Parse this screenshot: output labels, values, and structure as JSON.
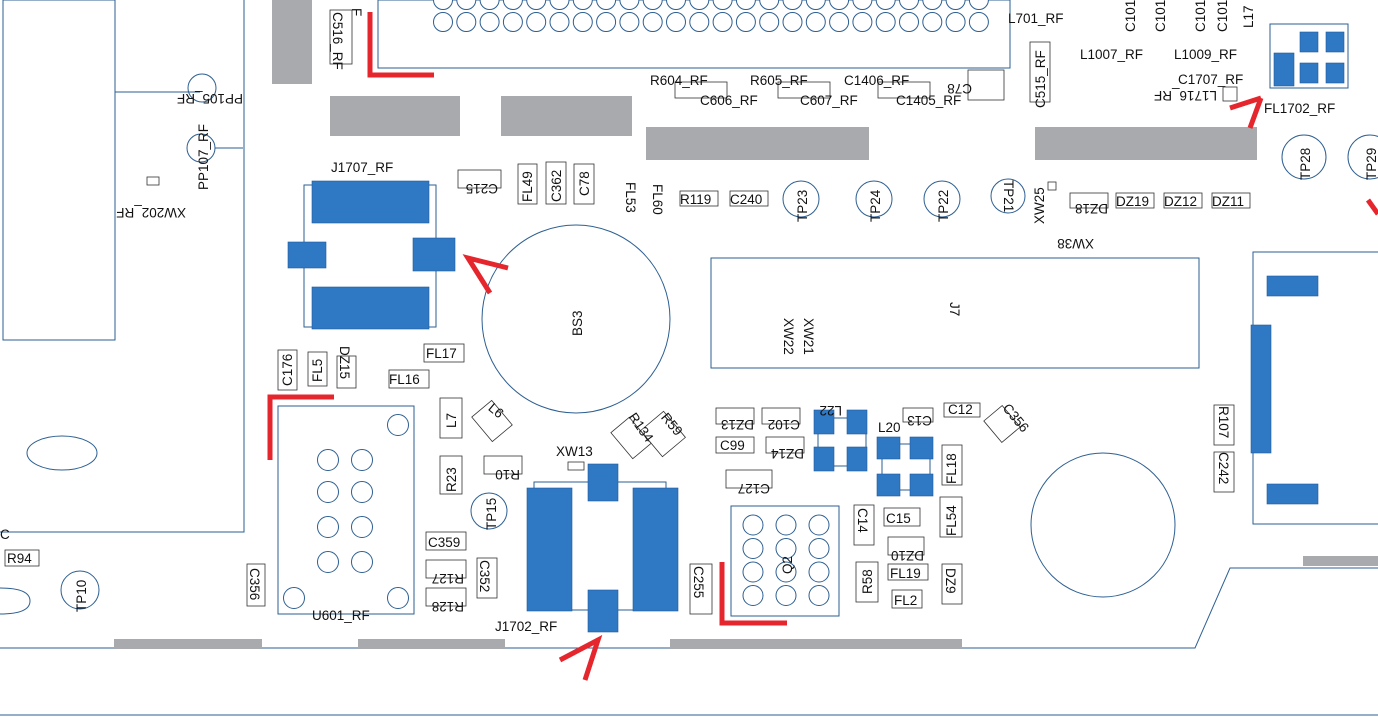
{
  "colors": {
    "pad": "#2f78c4",
    "outline": "#2d5f92",
    "gray_bar": "#a9aaad",
    "marker": "#e5262d"
  },
  "labels": {
    "l_C516": "C516_RF",
    "l_F": "F",
    "l_L701": "L701_RF",
    "l_C101a": "C101",
    "l_C101b": "C101",
    "l_C101c": "C101",
    "l_C101d": "C101",
    "l_L17": "L17",
    "l_L1007": "L1007_RF",
    "l_L1009": "L1009_RF",
    "l_C515": "C515_RF",
    "l_R604": "R604_RF",
    "l_R605": "R605_RF",
    "l_C1406": "C1406_RF",
    "l_C78top": "C78",
    "l_C1707": "C1707_RF",
    "l_C606": "C606_RF",
    "l_C607": "C607_RF",
    "l_C1405": "C1405_RF",
    "l_L1716": "L1716_RF",
    "l_FL1702": "FL1702_RF",
    "l_PP105": "PP105_RF",
    "l_PP107": "PP107_RF",
    "l_XW202": "XW202_RF",
    "l_J1707": "J1707_RF",
    "l_C215": "C215",
    "l_FL49": "FL49",
    "l_C362": "C362",
    "l_C78": "C78",
    "l_FL53": "FL53",
    "l_FL60": "FL60",
    "l_R119": "R119",
    "l_C240": "C240",
    "l_TP23": "TP23",
    "l_TP24": "TP24",
    "l_TP22": "TP22",
    "l_TP21": "TP21",
    "l_XW25": "XW25",
    "l_DZ18": "DZ18",
    "l_DZ19": "DZ19",
    "l_DZ12": "DZ12",
    "l_DZ11": "DZ11",
    "l_XW38": "XW38",
    "l_TP28": "TP28",
    "l_TP29": "TP29",
    "l_BS3": "BS3",
    "l_J7": "J7",
    "l_XW22": "XW22",
    "l_XW21": "XW21",
    "l_C176": "C176",
    "l_FL5": "FL5",
    "l_DZ15": "DZ15",
    "l_FL17": "FL17",
    "l_FL16": "FL16",
    "l_L7": "L7",
    "l_L6": "L6",
    "l_R134": "R134",
    "l_R59": "R59",
    "l_DZ13": "DZ13",
    "l_C102": "C102",
    "l_L22": "L22",
    "l_C13": "C13",
    "l_C12": "C12",
    "l_C356r": "C356",
    "l_R107": "R107",
    "l_C99": "C99",
    "l_DZ14": "DZ14",
    "l_L20": "L20",
    "l_FL18": "FL18",
    "l_XW13": "XW13",
    "l_R23": "R23",
    "l_R10": "R10",
    "l_TP15": "TP15",
    "l_C127": "C127",
    "l_C242": "C242",
    "l_C14": "C14",
    "l_C15": "C15",
    "l_FL54": "FL54",
    "l_DZ10": "DZ10",
    "l_C359": "C359",
    "l_R127": "R127",
    "l_C352": "C352",
    "l_R128": "R128",
    "l_C255": "C255",
    "l_Q2": "Q2",
    "l_R58": "R58",
    "l_FL19": "FL19",
    "l_FL2": "FL2",
    "l_DZ9": "DZ9",
    "l_R94": "R94",
    "l_TP10": "TP10",
    "l_C356": "C356",
    "l_U601": "U601_RF",
    "l_J1702": "J1702_RF",
    "l_C": "C"
  }
}
